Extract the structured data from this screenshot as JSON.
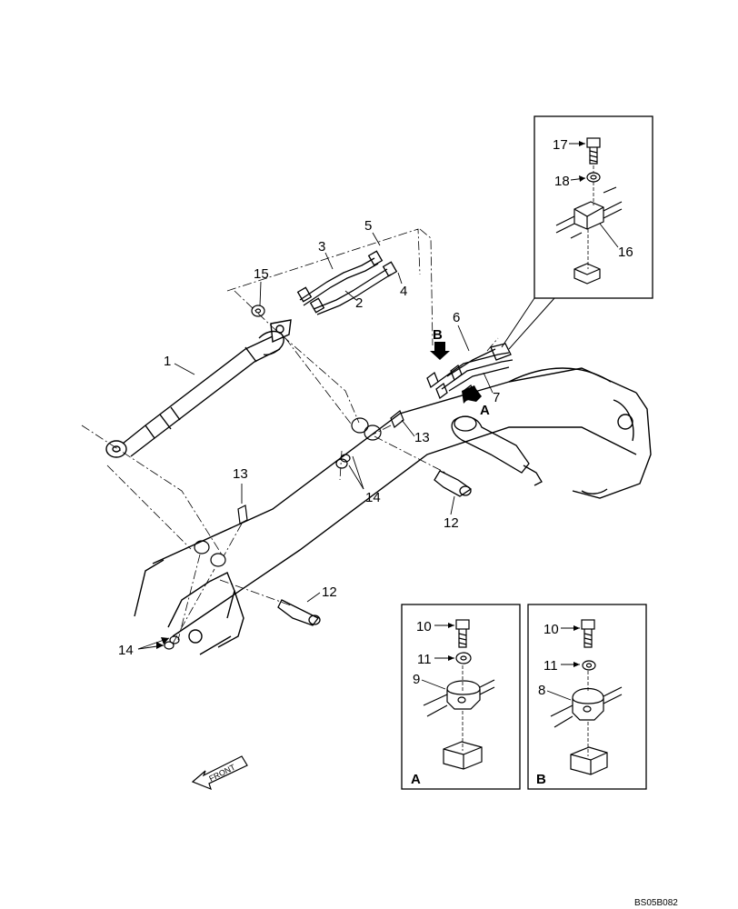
{
  "diagram": {
    "drawing_code": "BS05B082",
    "front_label": "FRONT",
    "part_numbers": {
      "p1": "1",
      "p2": "2",
      "p3": "3",
      "p4": "4",
      "p5": "5",
      "p6": "6",
      "p7": "7",
      "p12a": "12",
      "p12b": "12",
      "p13a": "13",
      "p13b": "13",
      "p14a": "14",
      "p14b": "14",
      "p15": "15"
    },
    "view_markers": {
      "a": "A",
      "b": "B"
    },
    "inset_top": {
      "p16": "16",
      "p17": "17",
      "p18": "18"
    },
    "inset_a": {
      "title": "A",
      "p9": "9",
      "p10": "10",
      "p11": "11"
    },
    "inset_b": {
      "title": "B",
      "p8": "8",
      "p10": "10",
      "p11": "11"
    }
  }
}
